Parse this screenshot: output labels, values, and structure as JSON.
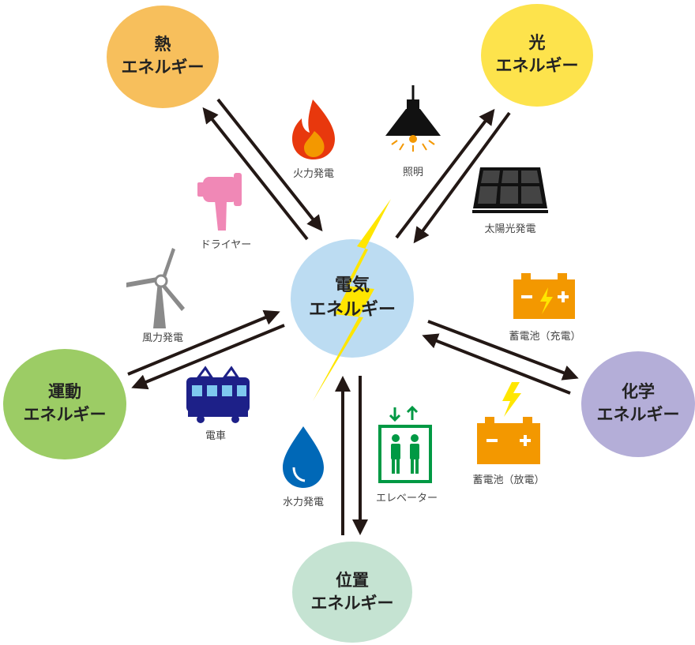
{
  "nodes": {
    "center": {
      "line1": "電気",
      "line2": "エネルギー",
      "color": "#bcdcf2"
    },
    "heat": {
      "line1": "熱",
      "line2": "エネルギー",
      "color": "#f7bf5c"
    },
    "light": {
      "line1": "光",
      "line2": "エネルギー",
      "color": "#fde34c"
    },
    "motion": {
      "line1": "運動",
      "line2": "エネルギー",
      "color": "#9ccc65"
    },
    "chemical": {
      "line1": "化学",
      "line2": "エネルギー",
      "color": "#b4aed8"
    },
    "position": {
      "line1": "位置",
      "line2": "エネルギー",
      "color": "#c5e3d2"
    }
  },
  "labels": {
    "thermal_power": "火力発電",
    "lighting": "照明",
    "hair_dryer": "ドライヤー",
    "solar_power": "太陽光発電",
    "wind_power": "風力発電",
    "battery_charge": "蓄電池（充電）",
    "train": "電車",
    "battery_discharge": "蓄電池（放電）",
    "hydro_power": "水力発電",
    "elevator": "エレベーター"
  },
  "icons": {
    "flame": "flame-icon",
    "lamp": "pendant-lamp-icon",
    "dryer": "hair-dryer-icon",
    "solar": "solar-panel-icon",
    "windmill": "wind-turbine-icon",
    "battery": "battery-icon",
    "train": "train-icon",
    "water": "water-drop-icon",
    "elevator": "elevator-icon",
    "bolt": "lightning-bolt-icon"
  },
  "colors": {
    "arrow": "#231815",
    "lightning": "#ffe600",
    "flame_outer": "#e8380d",
    "flame_inner": "#f39800",
    "dryer": "#f088b6",
    "battery": "#f39800",
    "train": "#1d2088",
    "water": "#0068b7",
    "elevator": "#009944"
  }
}
